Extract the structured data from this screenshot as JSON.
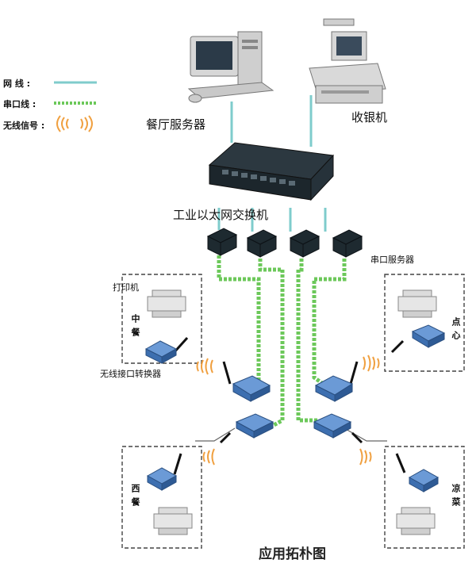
{
  "legend": {
    "network_line": "网 线 :",
    "serial_line": "串口线 :",
    "wireless_signal": "无线信号 :"
  },
  "devices": {
    "restaurant_server": "餐厅服务器",
    "cash_register": "收银机",
    "industrial_switch": "工业以太网交换机",
    "serial_server": "串口服务器",
    "printer": "打印机",
    "wireless_converter": "无线接口转换器"
  },
  "zones": {
    "chinese_food": "中餐",
    "dim_sum": "点心",
    "western_food": "西餐",
    "cold_dishes": "凉菜"
  },
  "title": "应用拓朴图",
  "colors": {
    "network_line": "#7fcccc",
    "serial_line": "#7ed26a",
    "wireless": "#f0a040",
    "switch_body": "#1e2a30",
    "converter_blue": "#3d6fb0"
  }
}
